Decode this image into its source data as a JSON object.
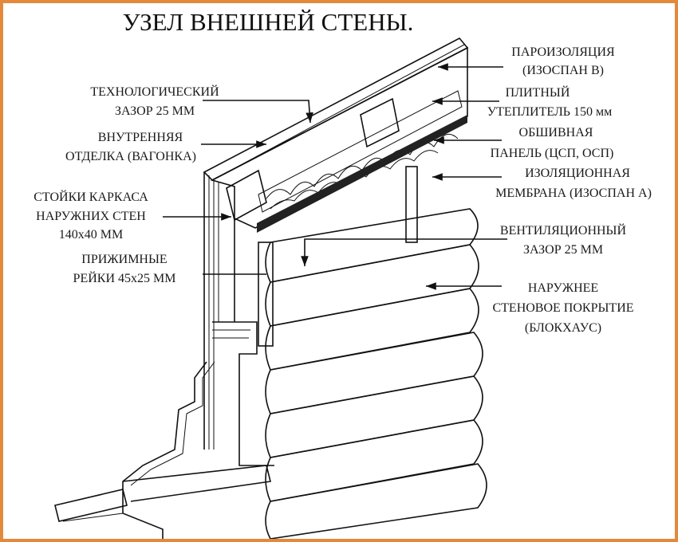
{
  "title": "УЗЕЛ ВНЕШНЕЙ СТЕНЫ.",
  "colors": {
    "border": "#e3893b",
    "ink": "#111111"
  },
  "labels": {
    "tech_gap": [
      "ТЕХНОЛОГИЧЕСКИЙ",
      "ЗАЗОР 25 ММ"
    ],
    "inner_finish": [
      "ВНУТРЕННЯЯ",
      "ОТДЕЛКА (ВАГОНКА)"
    ],
    "frame_posts": [
      "СТОЙКИ КАРКАСА",
      "НАРУЖНИХ СТЕН",
      "140x40 ММ"
    ],
    "clamp_strips": [
      "ПРИЖИМНЫЕ",
      "РЕЙКИ 45x25 ММ"
    ],
    "vapor_barrier": [
      "ПАРОИЗОЛЯЦИЯ",
      "(ИЗОСПАН В)"
    ],
    "insulation": [
      "ПЛИТНЫЙ",
      "УТЕПЛИТЕЛЬ  150 мм"
    ],
    "sheathing": [
      "ОБШИВНАЯ",
      "ПАНЕЛЬ (ЦСП, ОСП)"
    ],
    "membrane": [
      "ИЗОЛЯЦИОННАЯ",
      "МЕМБРАНА (ИЗОСПАН А)"
    ],
    "vent_gap": [
      "ВЕНТИЛЯЦИОННЫЙ",
      "ЗАЗОР 25 ММ"
    ],
    "exterior": [
      "НАРУЖНЕЕ",
      "СТЕНОВОЕ ПОКРЫТИЕ",
      "(БЛОКХАУС)"
    ]
  }
}
